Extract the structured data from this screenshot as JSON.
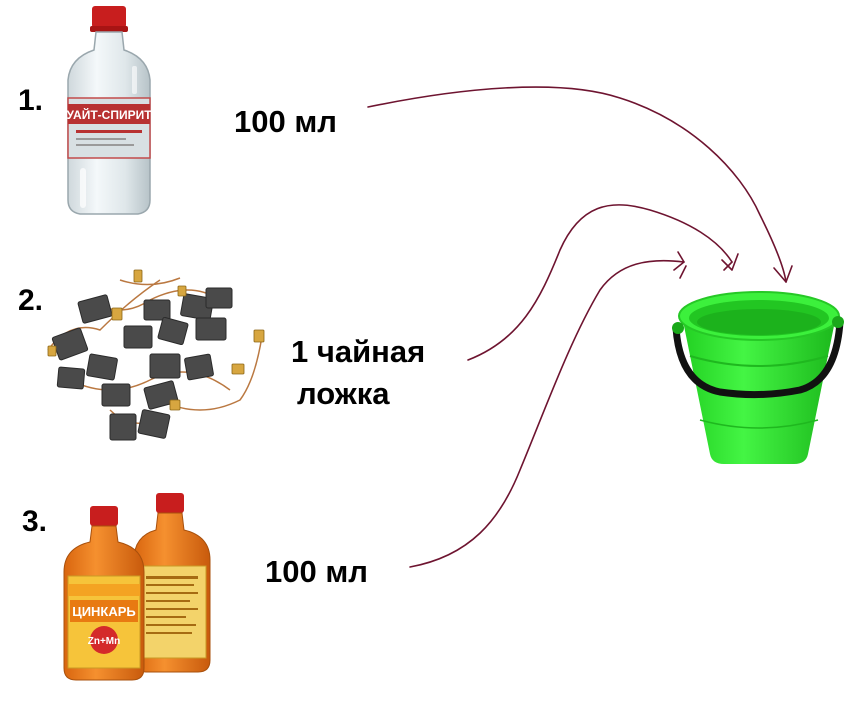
{
  "steps": [
    {
      "number": "1.",
      "quantity": "100 мл",
      "item_icon": "white-spirit-bottle-icon",
      "label_text": "УАЙТ-СПИРИТ"
    },
    {
      "number": "2.",
      "quantity_line1": "1 чайная",
      "quantity_line2": "ложка",
      "item_icon": "carbon-brushes-icon"
    },
    {
      "number": "3.",
      "quantity": "100 мл",
      "item_icon": "zinc-manganese-bottles-icon",
      "label_text": "ЦИНКАРЬ",
      "label_badge": "Zn+Mn"
    }
  ],
  "target_icon": "green-bucket-icon",
  "arrow_icon": "arrow-icon",
  "colors": {
    "arrow": "#6e1430",
    "bucket": "#2ef02e",
    "bucket_dark": "#1fc81f",
    "bottle_orange": "#e8761a",
    "cap_red": "#c81e1e"
  }
}
